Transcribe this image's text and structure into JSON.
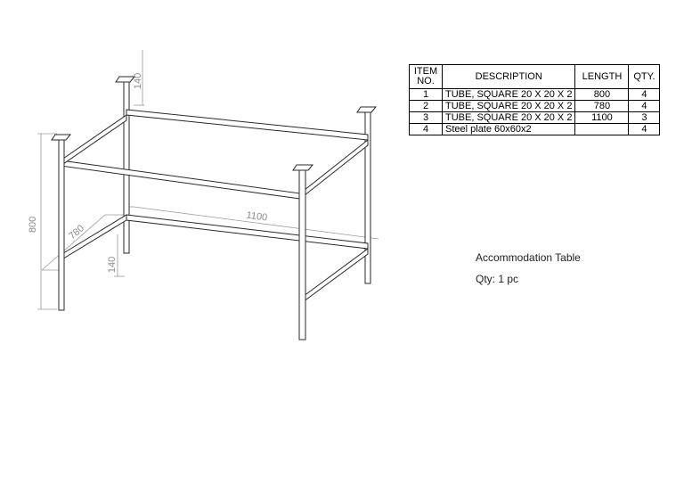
{
  "bom": {
    "headers": {
      "item_line1": "ITEM",
      "item_line2": "NO.",
      "description": "DESCRIPTION",
      "length": "LENGTH",
      "qty": "QTY."
    },
    "rows": [
      {
        "item": "1",
        "description": "TUBE, SQUARE 20 X 20 X 2",
        "length": "800",
        "qty": "4"
      },
      {
        "item": "2",
        "description": "TUBE, SQUARE 20 X 20 X 2",
        "length": "780",
        "qty": "4"
      },
      {
        "item": "3",
        "description": "TUBE, SQUARE 20 X 20 X 2",
        "length": "1100",
        "qty": "3"
      },
      {
        "item": "4",
        "description": "Steel plate 60x60x2",
        "length": "",
        "qty": "4"
      }
    ]
  },
  "notes": {
    "title": "Accommodation Table",
    "quantity": "Qty: 1 pc"
  },
  "dimensions": {
    "height": "800",
    "depth": "780",
    "width": "1100",
    "top_extension": "140",
    "bottom_offset": "140"
  }
}
